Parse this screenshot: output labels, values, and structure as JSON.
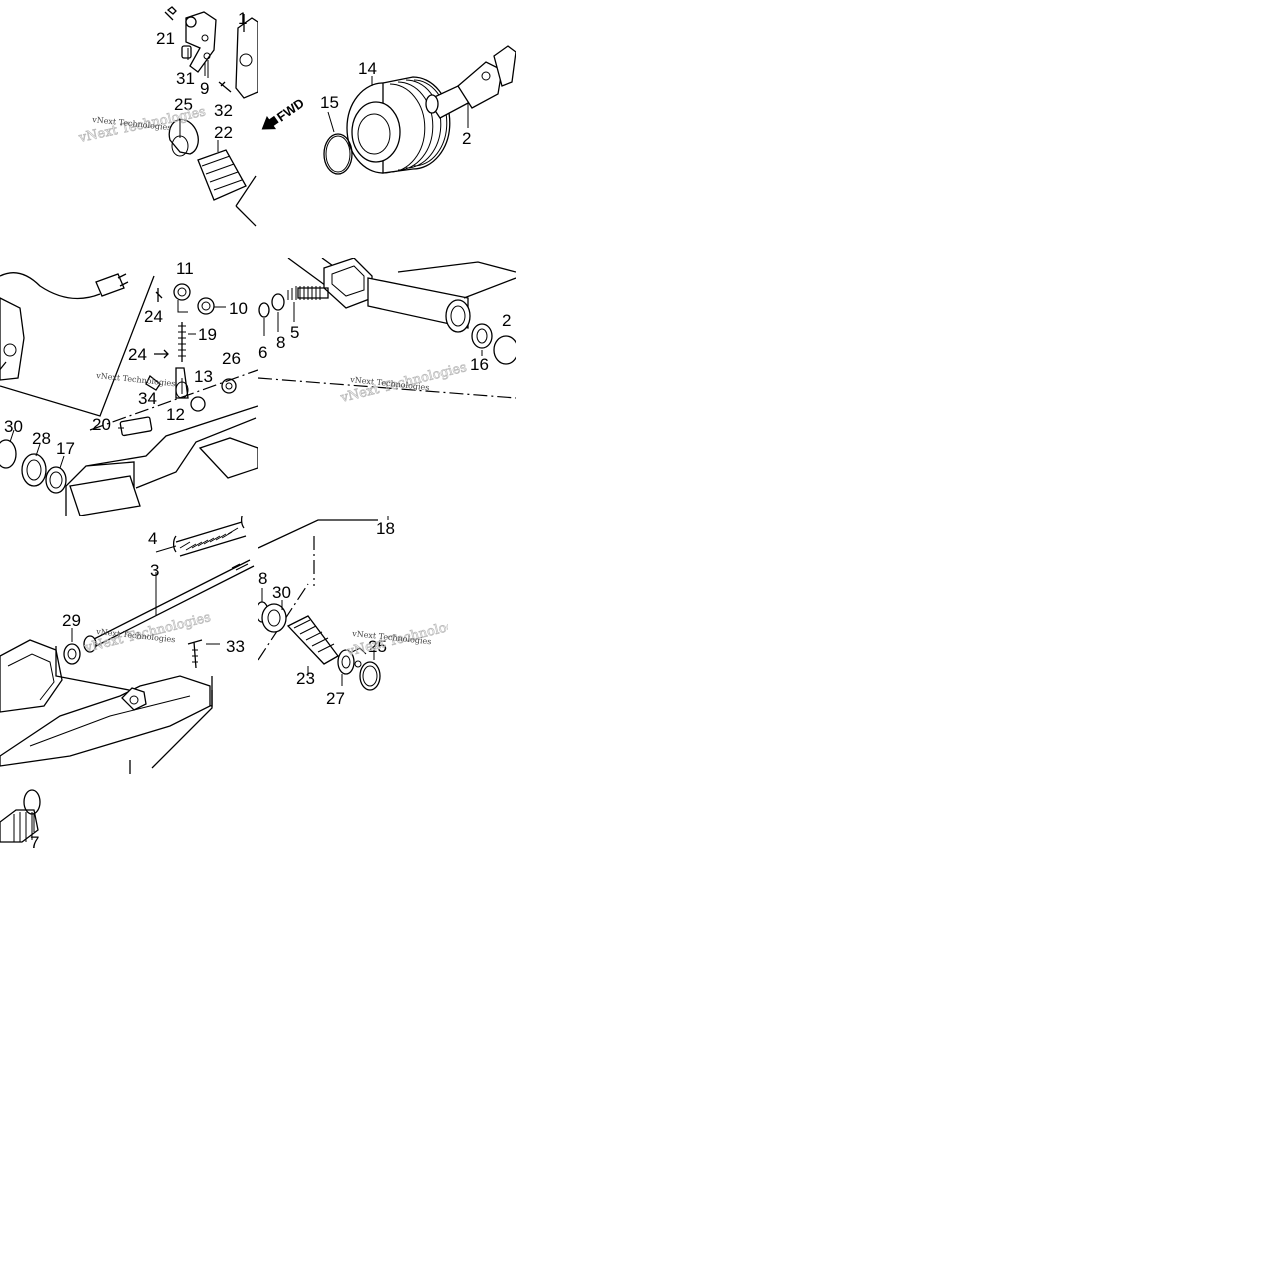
{
  "diagram": {
    "watermark": "vNext Technologies",
    "direction_label": "FWD",
    "tiles": [
      {
        "id": "t1",
        "labels": [
          "21",
          "1",
          "31",
          "9",
          "32",
          "25",
          "22"
        ]
      },
      {
        "id": "t2",
        "labels": [
          "14",
          "15",
          "2"
        ]
      },
      {
        "id": "t4",
        "labels": [
          "11",
          "10",
          "24",
          "19",
          "24",
          "26",
          "13",
          "34",
          "12",
          "20",
          "30",
          "28",
          "17"
        ]
      },
      {
        "id": "t5",
        "labels": [
          "6",
          "8",
          "5",
          "2",
          "16"
        ]
      },
      {
        "id": "t7",
        "labels": [
          "4",
          "3",
          "29",
          "33",
          "7"
        ]
      },
      {
        "id": "t8",
        "labels": [
          "18",
          "8",
          "30",
          "23",
          "25",
          "27"
        ]
      }
    ]
  }
}
